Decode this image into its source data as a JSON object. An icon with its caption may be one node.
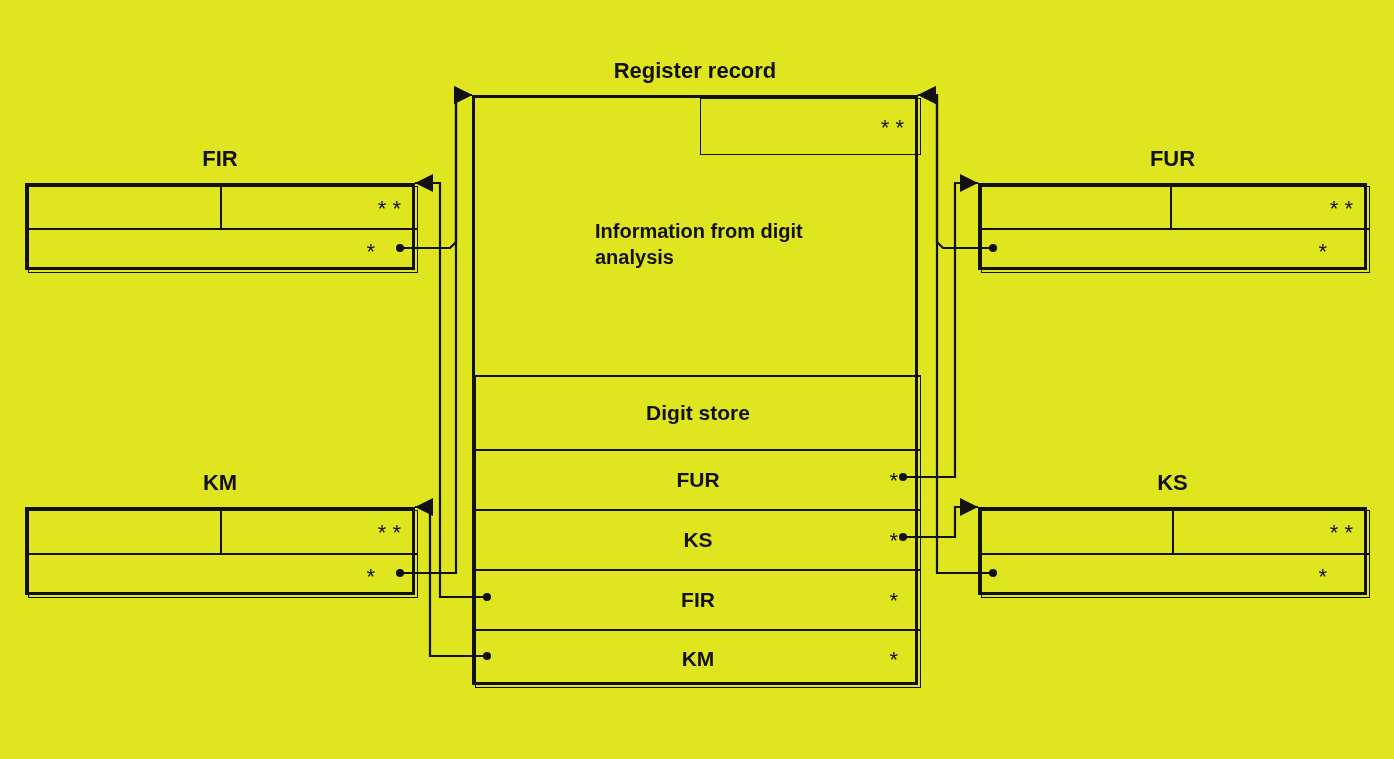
{
  "diagram": {
    "nodes": [
      {
        "text": [
          "Register record"
        ]
      },
      {
        "text": [
          "Information from digit analysis"
        ],
        "in": 0
      },
      {
        "text": [
          "* *"
        ],
        "in": 1
      },
      {
        "text": [
          "Digit store"
        ],
        "in": 0
      },
      {
        "text": [
          "FUR",
          "*"
        ],
        "in": 0
      },
      {
        "text": [
          "KS",
          "*"
        ],
        "in": 0
      },
      {
        "text": [
          "FIR",
          "*"
        ],
        "in": 0
      },
      {
        "text": [
          "KM",
          "*"
        ],
        "in": 0
      },
      {
        "text": [
          "FIR"
        ]
      },
      {
        "text": [],
        "shape": "box",
        "in": 8
      },
      {
        "text": [
          "* *"
        ],
        "in": 8
      },
      {
        "text": [
          "*"
        ],
        "in": 8
      },
      {
        "text": [
          "FUR"
        ]
      },
      {
        "text": [],
        "shape": "box",
        "in": 12
      },
      {
        "text": [
          "* *"
        ],
        "in": 12
      },
      {
        "text": [
          "*"
        ],
        "in": 12
      },
      {
        "text": [
          "KM"
        ]
      },
      {
        "text": [],
        "shape": "box",
        "in": 16
      },
      {
        "text": [
          "* *"
        ],
        "in": 16
      },
      {
        "text": [
          "*"
        ],
        "in": 16
      },
      {
        "text": [
          "KS"
        ]
      },
      {
        "text": [],
        "shape": "box",
        "in": 20
      },
      {
        "text": [
          "* *"
        ],
        "in": 20
      },
      {
        "text": [
          "*"
        ],
        "in": 20
      }
    ],
    "edges": [
      {
        "from": 11,
        "to": 0,
        "arrow": "to"
      },
      {
        "from": 19,
        "to": 0,
        "arrow": "to"
      },
      {
        "from": 6,
        "to": 8,
        "arrow": "to"
      },
      {
        "from": 7,
        "to": 16,
        "arrow": "to"
      },
      {
        "from": 15,
        "to": 0,
        "arrow": "to"
      },
      {
        "from": 23,
        "to": 0,
        "arrow": "to"
      },
      {
        "from": 4,
        "to": 12,
        "arrow": "to"
      },
      {
        "from": 5,
        "to": 20,
        "arrow": "to"
      }
    ]
  }
}
